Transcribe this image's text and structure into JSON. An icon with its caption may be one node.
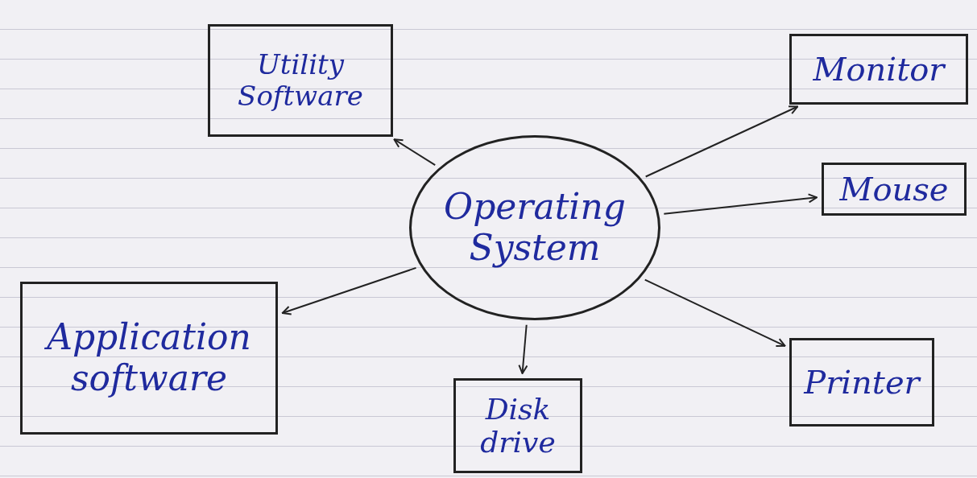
{
  "diagram": {
    "nodes": [
      {
        "text": [
          "Operating System"
        ]
      },
      {
        "text": [
          "Utility Software"
        ]
      },
      {
        "text": [
          "Monitor"
        ]
      },
      {
        "text": [
          "Mouse"
        ]
      },
      {
        "text": [
          "Application software"
        ]
      },
      {
        "text": [
          "Disk drive"
        ]
      },
      {
        "text": [
          "Printer"
        ]
      }
    ],
    "edges": [
      {
        "from": 0,
        "to": 1,
        "arrow": "to"
      },
      {
        "from": 0,
        "to": 2,
        "arrow": "to"
      },
      {
        "from": 0,
        "to": 3,
        "arrow": "to"
      },
      {
        "from": 0,
        "to": 4,
        "arrow": "to"
      },
      {
        "from": 0,
        "to": 5,
        "arrow": "to"
      },
      {
        "from": 0,
        "to": 6,
        "arrow": "to"
      }
    ]
  }
}
